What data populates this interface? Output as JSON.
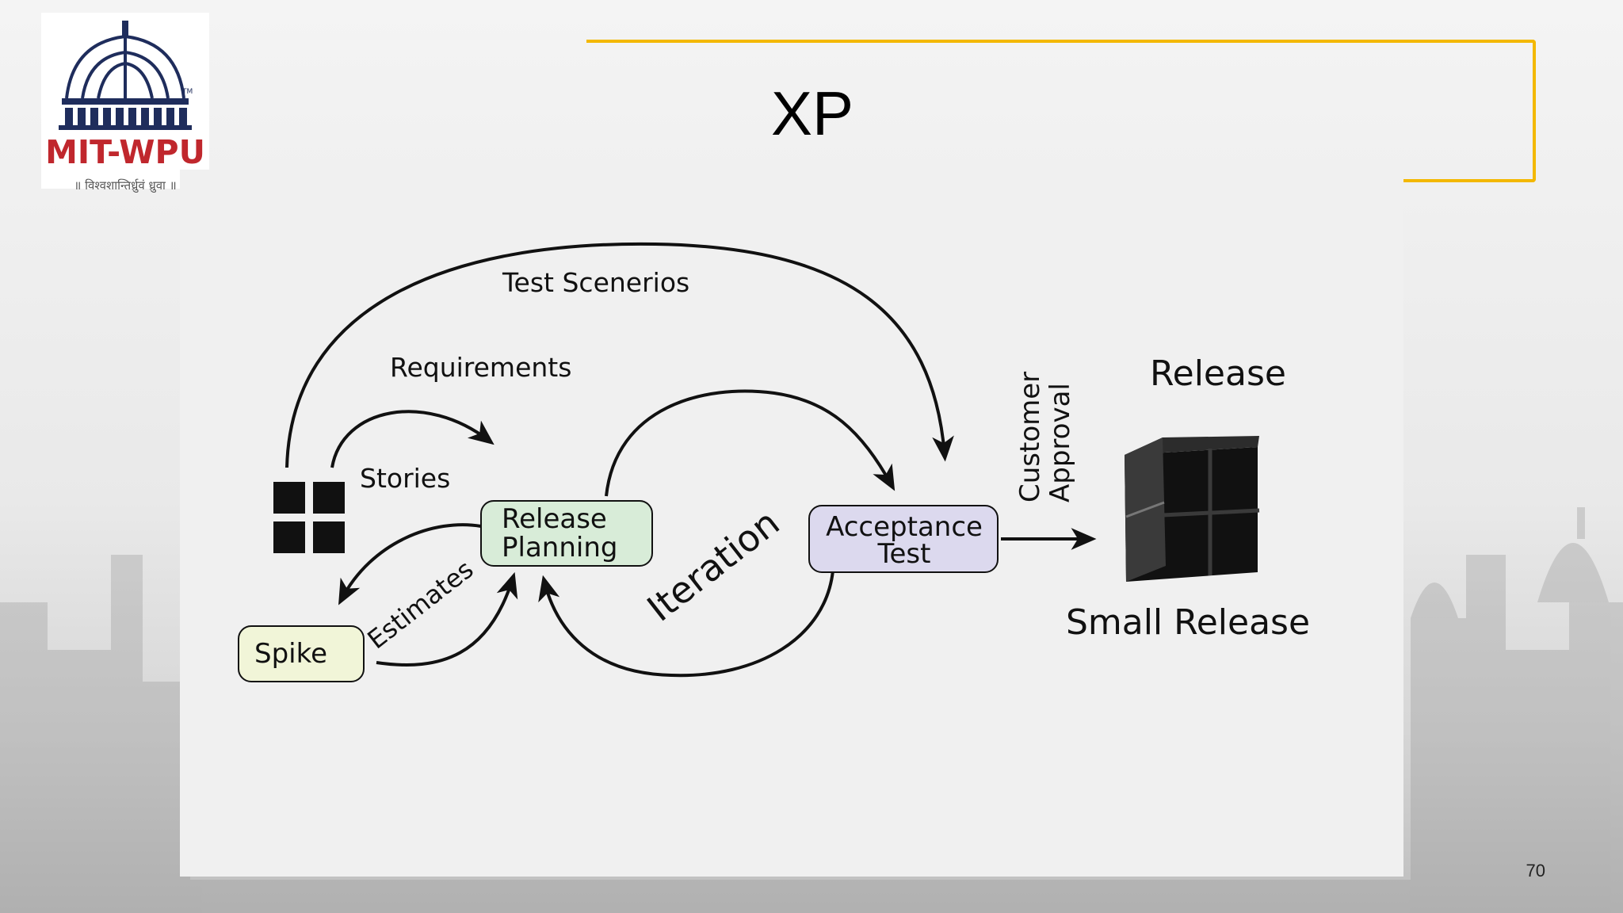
{
  "logo": {
    "name": "MIT-WPU",
    "motto": "॥ विश्वशान्तिर्ध्रुवं ध्रुवा ॥",
    "trademark": "TM",
    "brand_color": "#c0272d"
  },
  "slide": {
    "title": "XP",
    "page_number": "70",
    "accent_color": "#f3b800"
  },
  "diagram": {
    "labels": {
      "test_scenarios": "Test Scenerios",
      "requirements": "Requirements",
      "stories": "Stories",
      "estimates": "Estimates",
      "iteration": "Iteration",
      "customer": "Customer",
      "approval": "Approval",
      "release": "Release",
      "small_release": "Small Release"
    },
    "nodes": {
      "release_planning": {
        "line1": "Release",
        "line2": "Planning",
        "fill": "#d8ecd8"
      },
      "spike": {
        "label": "Spike",
        "fill": "#f1f5d8"
      },
      "acceptance_test": {
        "line1": "Acceptance",
        "line2": "Test",
        "fill": "#dcd9ee"
      }
    }
  }
}
